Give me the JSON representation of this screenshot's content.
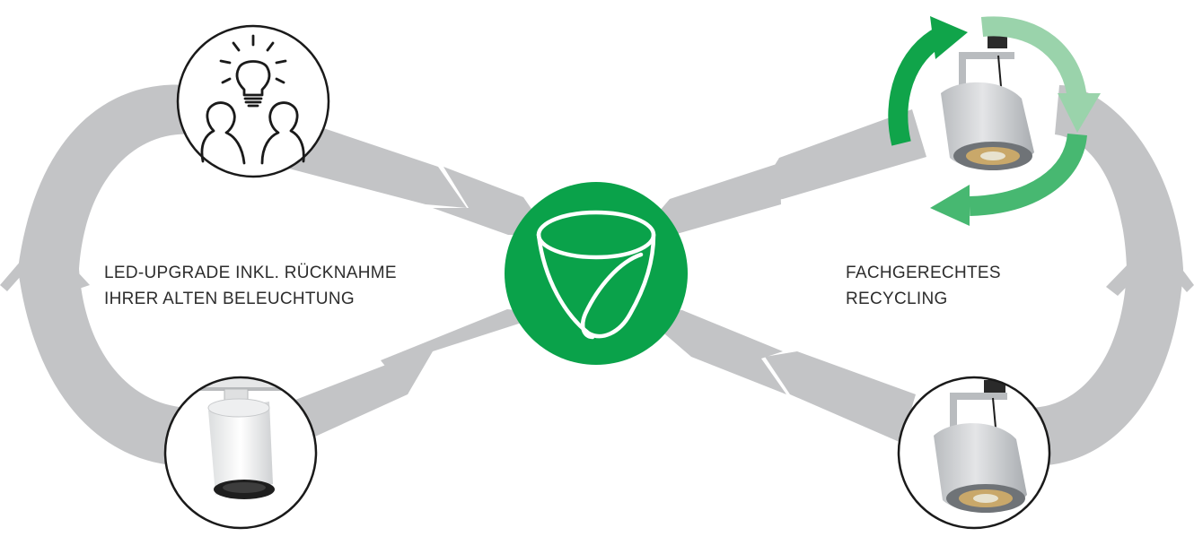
{
  "colors": {
    "loop": "#c3c4c6",
    "brand_green": "#0aa24a",
    "recycle_dark": "#10a44a",
    "recycle_mid": "#47b871",
    "recycle_light": "#9ad3ab",
    "outline": "#1a1a1a",
    "fixture_body": "#d2d4d6",
    "fixture_shadow": "#9ea2a6"
  },
  "labels": {
    "left": {
      "line1": "LED-UPGRADE INKL. RÜCKNAHME",
      "line2": "IHRER ALTEN BELEUCHTUNG"
    },
    "right": {
      "line1": "FACHGERECHTES",
      "line2": "RECYCLING"
    }
  },
  "icons": {
    "center": "lamp-reflector-icon",
    "top_left": "idea-people-icon",
    "bottom_left": "new-led-spotlight-icon",
    "top_right": "recycling-arrows-icon",
    "bottom_right": "old-spotlight-icon"
  }
}
